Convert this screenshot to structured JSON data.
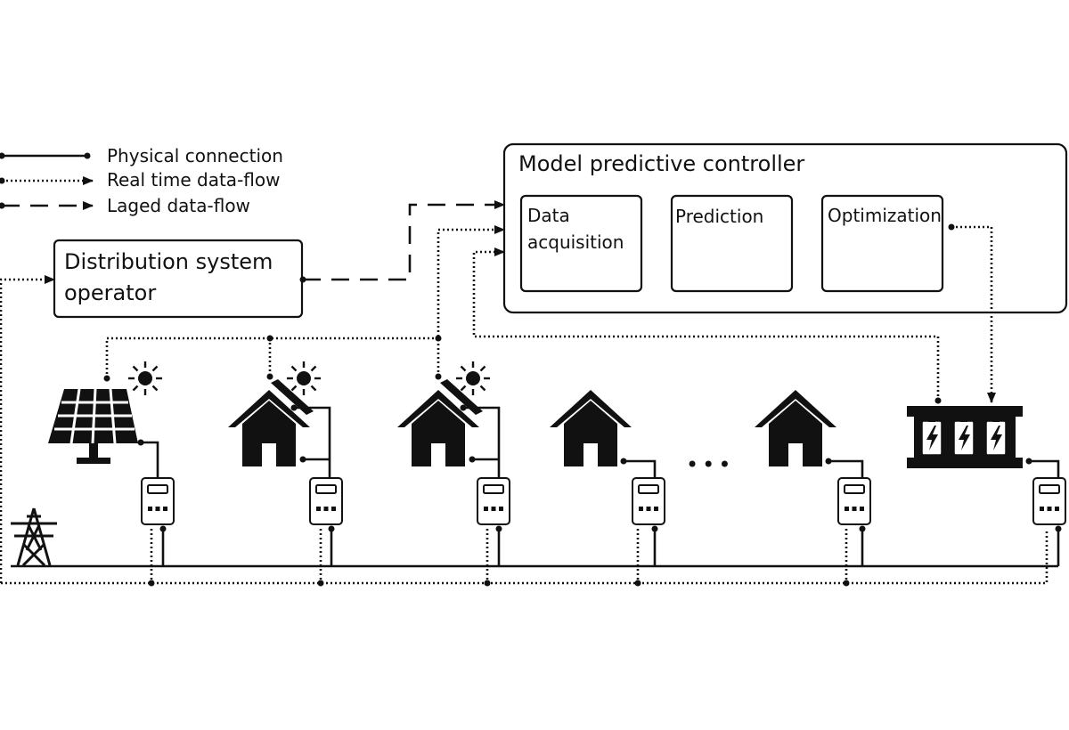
{
  "legend": {
    "physical": "Physical connection",
    "realtime": "Real time data-flow",
    "lagged": "Laged data-flow"
  },
  "dso": {
    "line1": "Distribution system",
    "line2": "operator"
  },
  "mpc": {
    "title": "Model predictive controller",
    "acquisition_line1": "Data",
    "acquisition_line2": "acquisition",
    "prediction": "Prediction",
    "optimization": "Optimization"
  },
  "ellipsis": "•••",
  "icons": [
    "transmission-tower-icon",
    "solar-panel-icon",
    "sun-icon",
    "house-icon",
    "house-with-solar-icon",
    "smart-meter-icon",
    "battery-storage-icon"
  ],
  "colors": {
    "ink": "#111111",
    "background": "#ffffff"
  }
}
